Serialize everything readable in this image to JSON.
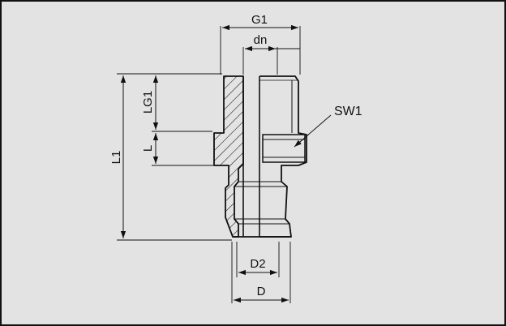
{
  "labels": {
    "g1": "G1",
    "dn": "dn",
    "sw1": "SW1",
    "lg1": "LG1",
    "l": "L",
    "l1": "L1",
    "d2": "D2",
    "d": "D"
  },
  "colors": {
    "background": "#e3e3e3",
    "line": "#111111",
    "hatch": "#111111"
  }
}
